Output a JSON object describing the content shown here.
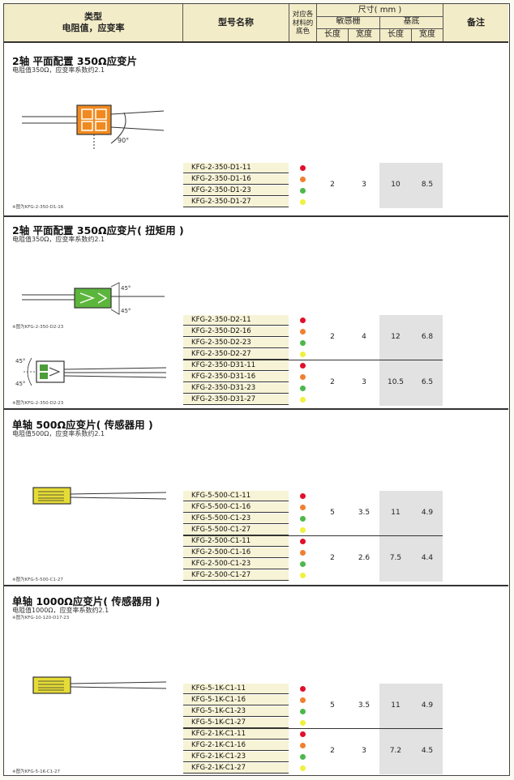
{
  "header": {
    "type_label": "类型",
    "type_sub": "电阻值，应变率",
    "model_label": "型号名称",
    "material_label": "对应各材料的底色",
    "size_label": "尺寸( mm )",
    "grid_label": "敏感栅",
    "base_label": "基底",
    "length_label": "长度",
    "width_label": "宽度",
    "remarks_label": "备注"
  },
  "colors": {
    "red": "#e0102a",
    "orange": "#f08030",
    "green": "#4cb84a",
    "yellow": "#f0f040"
  },
  "sections": [
    {
      "title": "2轴 平面配置 350Ω应变片",
      "subtitle": "电阻值350Ω，应变率系数约2.1",
      "notes": [
        "※图为KFG-2-350-D1-16"
      ],
      "angle_labels": [
        "90°"
      ],
      "groups": [
        {
          "models": [
            "KFG-2-350-D1-11",
            "KFG-2-350-D1-16",
            "KFG-2-350-D1-23",
            "KFG-2-350-D1-27"
          ],
          "grid_length": "2",
          "grid_width": "3",
          "base_length": "10",
          "base_width": "8.5"
        }
      ]
    },
    {
      "title": "2轴 平面配置 350Ω应变片( 扭矩用 )",
      "subtitle": "电阻值350Ω，应变率系数约2.1",
      "notes": [
        "※图为KFG-2-350-D2-23",
        "※图为KFG-2-350-D2-23"
      ],
      "angle_labels": [
        "45°",
        "45°",
        "45°",
        "45°"
      ],
      "groups": [
        {
          "models": [
            "KFG-2-350-D2-11",
            "KFG-2-350-D2-16",
            "KFG-2-350-D2-23",
            "KFG-2-350-D2-27"
          ],
          "grid_length": "2",
          "grid_width": "4",
          "base_length": "12",
          "base_width": "6.8"
        },
        {
          "models": [
            "KFG-2-350-D31-11",
            "KFG-2-350-D31-16",
            "KFG-2-350-D31-23",
            "KFG-2-350-D31-27"
          ],
          "grid_length": "2",
          "grid_width": "3",
          "base_length": "10.5",
          "base_width": "6.5"
        }
      ]
    },
    {
      "title": "单轴 500Ω应变片( 传感器用 )",
      "subtitle": "电阻值500Ω，应变率系数约2.1",
      "notes": [
        "※图为KFG-5-500-C1-27"
      ],
      "angle_labels": [],
      "groups": [
        {
          "models": [
            "KFG-5-500-C1-11",
            "KFG-5-500-C1-16",
            "KFG-5-500-C1-23",
            "KFG-5-500-C1-27"
          ],
          "grid_length": "5",
          "grid_width": "3.5",
          "base_length": "11",
          "base_width": "4.9"
        },
        {
          "models": [
            "KFG-2-500-C1-11",
            "KFG-2-500-C1-16",
            "KFG-2-500-C1-23",
            "KFG-2-500-C1-27"
          ],
          "grid_length": "2",
          "grid_width": "2.6",
          "base_length": "7.5",
          "base_width": "4.4"
        }
      ]
    },
    {
      "title": "单轴 1000Ω应变片( 传感器用 )",
      "subtitle": "电阻值1000Ω，应变率系数约2.1",
      "notes": [
        "※图为KFG-10-120-D17-23",
        "※图为KFG-5-1K-C1-27"
      ],
      "angle_labels": [],
      "groups": [
        {
          "models": [
            "KFG-5-1K-C1-11",
            "KFG-5-1K-C1-16",
            "KFG-5-1K-C1-23",
            "KFG-5-1K-C1-27"
          ],
          "grid_length": "5",
          "grid_width": "3.5",
          "base_length": "11",
          "base_width": "4.9"
        },
        {
          "models": [
            "KFG-2-1K-C1-11",
            "KFG-2-1K-C1-16",
            "KFG-2-1K-C1-23",
            "KFG-2-1K-C1-27"
          ],
          "grid_length": "2",
          "grid_width": "3",
          "base_length": "7.2",
          "base_width": "4.5"
        }
      ]
    }
  ]
}
